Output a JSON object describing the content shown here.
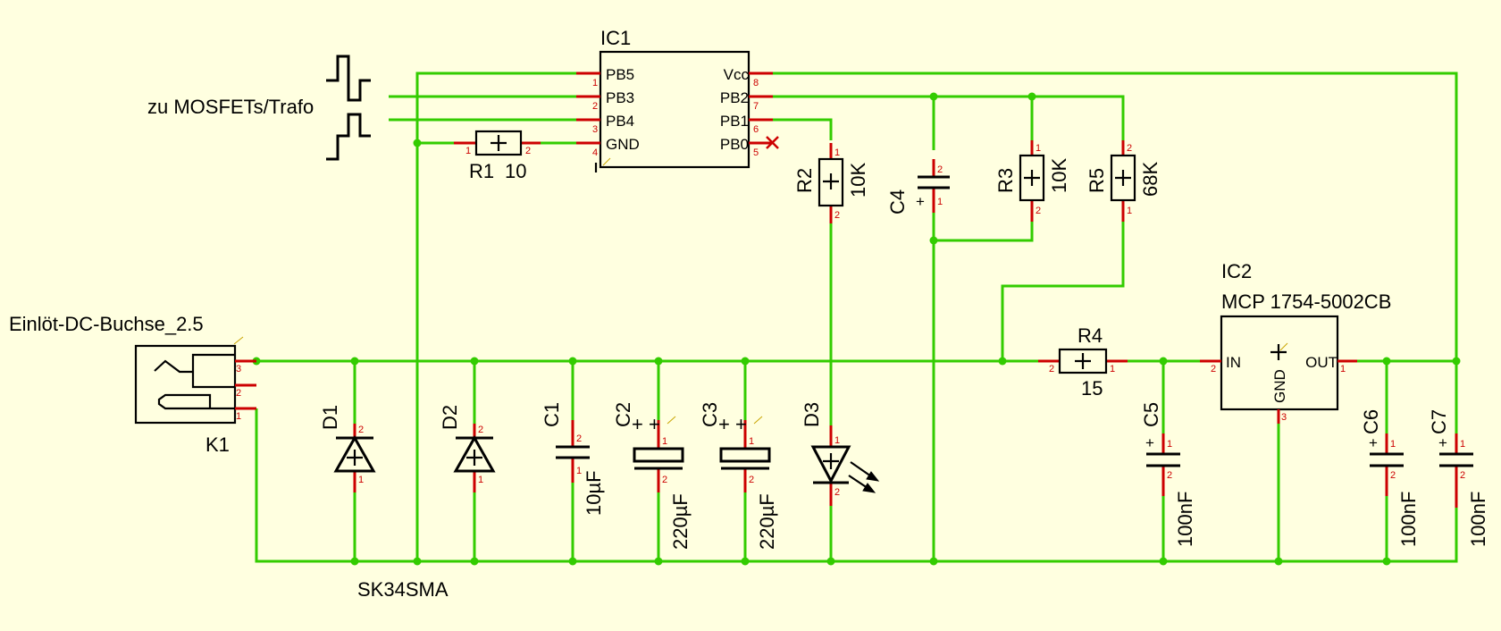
{
  "ic1": {
    "name": "IC1",
    "pins_left": [
      "PB5",
      "PB3",
      "PB4",
      "GND"
    ],
    "pins_right": [
      "Vcc",
      "PB2",
      "PB1",
      "PB0"
    ],
    "pinnums_left": [
      "1",
      "2",
      "3",
      "4"
    ],
    "pinnums_right": [
      "8",
      "7",
      "6",
      "5"
    ]
  },
  "ic2": {
    "name": "IC2",
    "value": "MCP 1754-5002CB",
    "pin_in": "IN",
    "pin_out": "OUT",
    "pin_gnd": "GND",
    "pinnum_in": "2",
    "pinnum_out": "1",
    "pinnum_gnd": "3"
  },
  "connector": {
    "name": "K1",
    "value": "Einlöt-DC-Buchse_2.5",
    "pins": [
      "3",
      "2",
      "1"
    ]
  },
  "mosfet_label": "zu MOSFETs/Trafo",
  "resistors": {
    "r1": {
      "name": "R1",
      "value": "10"
    },
    "r2": {
      "name": "R2",
      "value": "10K"
    },
    "r3": {
      "name": "R3",
      "value": "10K"
    },
    "r4": {
      "name": "R4",
      "value": "15"
    },
    "r5": {
      "name": "R5",
      "value": "68K"
    }
  },
  "capacitors": {
    "c1": {
      "name": "C1",
      "value": "10µF"
    },
    "c2": {
      "name": "C2",
      "value": "220µF"
    },
    "c3": {
      "name": "C3",
      "value": "220µF"
    },
    "c4": {
      "name": "C4",
      "value": ""
    },
    "c5": {
      "name": "C5",
      "value": "100nF"
    },
    "c6": {
      "name": "C6",
      "value": "100nF"
    },
    "c7": {
      "name": "C7",
      "value": "100nF"
    }
  },
  "diodes": {
    "d1": {
      "name": "D1"
    },
    "d2": {
      "name": "D2"
    },
    "d3": {
      "name": "D3"
    },
    "diode_value": "SK34SMA"
  },
  "pin_numbers": {
    "one": "1",
    "two": "2"
  },
  "symbols": {
    "plus": "+",
    "no_connect": "×"
  },
  "colors": {
    "background": "#FFFFE0",
    "wire": "#33CC00",
    "pin": "#CC0000",
    "symbol": "#000000"
  }
}
